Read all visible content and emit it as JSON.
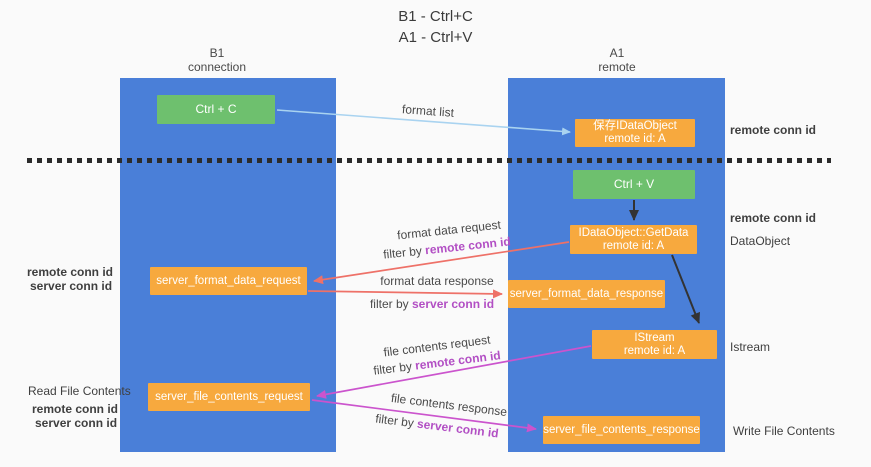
{
  "title": {
    "line1": "B1 - Ctrl+C",
    "line2": "A1 - Ctrl+V"
  },
  "lanes": {
    "left": {
      "name": "B1",
      "role": "connection"
    },
    "right": {
      "name": "A1",
      "role": "remote"
    }
  },
  "nodes": {
    "ctrl_c": "Ctrl + C",
    "save_idataobject": {
      "line1": "保存IDataObject",
      "line2": "remote id: A"
    },
    "ctrl_v": "Ctrl + V",
    "getdata": {
      "line1": "IDataObject::GetData",
      "line2": "remote id: A"
    },
    "format_request": "server_format_data_request",
    "format_response": "server_format_data_response",
    "istream": {
      "line1": "IStream",
      "line2": "remote id: A"
    },
    "file_request": "server_file_contents_request",
    "file_response": "server_file_contents_response"
  },
  "edge_labels": {
    "format_list": "format list",
    "format_data_request": "format data request",
    "format_data_response": "format data response",
    "file_contents_request": "file contents request",
    "file_contents_response": "file contents response",
    "filter_by": "filter by",
    "remote_conn_id": "remote conn id",
    "server_conn_id": "server conn id"
  },
  "side_labels": {
    "remote_conn_id": "remote conn id",
    "server_conn_id": "server conn id",
    "dataobject": "DataObject",
    "istream": "Istream",
    "read_file_contents": "Read File Contents",
    "write_file_contents": "Write File Contents"
  },
  "colors": {
    "lane_blue": "#4a7fd8",
    "node_green": "#6ec06e",
    "node_orange": "#f7a93e",
    "arrow_light_blue": "#a9d3f0",
    "arrow_salmon": "#ee7168",
    "arrow_magenta": "#cb54cd",
    "arrow_black": "#333333",
    "label_purple": "#b24fc4",
    "label_green": "#53a758",
    "dash_black": "#2b2b2b"
  }
}
